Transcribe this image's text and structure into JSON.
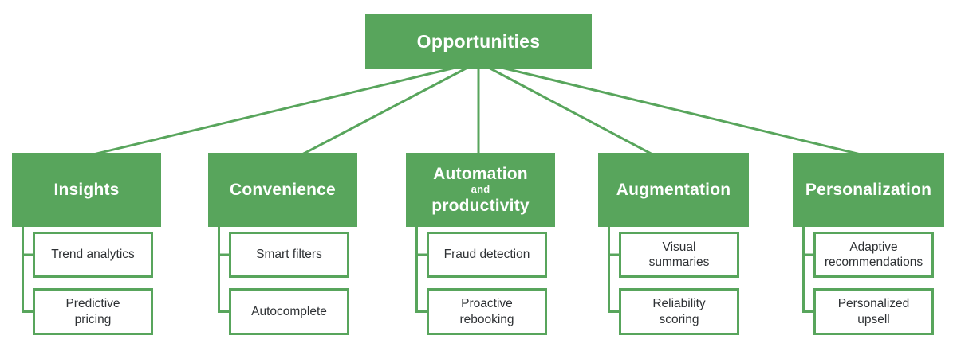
{
  "diagram": {
    "type": "hierarchy-tree",
    "accent_color": "#58a55c",
    "leaf_text_color": "#2e3134",
    "root": {
      "label": "Opportunities"
    },
    "branches": [
      {
        "label": "Insights",
        "children": [
          "Trend analytics",
          "Predictive\npricing"
        ]
      },
      {
        "label": "Convenience",
        "children": [
          "Smart filters",
          "Autocomplete"
        ]
      },
      {
        "label": "Automation and productivity",
        "label_lines": [
          "Automation",
          "and",
          "productivity"
        ],
        "children": [
          "Fraud detection",
          "Proactive\nrebooking"
        ]
      },
      {
        "label": "Augmentation",
        "children": [
          "Visual\nsummaries",
          "Reliability\nscoring"
        ]
      },
      {
        "label": "Personalization",
        "children": [
          "Adaptive\nrecommendations",
          "Personalized\nupsell"
        ]
      }
    ]
  }
}
